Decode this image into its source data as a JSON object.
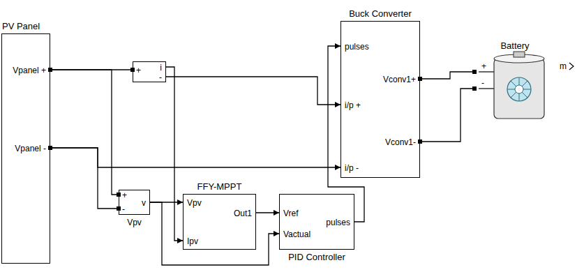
{
  "diagram": {
    "nodes": [
      {
        "text": [
          "PV Panel",
          "Vpanel +",
          "Vpanel -"
        ]
      },
      {
        "text": [
          "+",
          "i",
          "-"
        ]
      },
      {
        "text": [
          "+",
          "-",
          "v",
          "Vpv"
        ]
      },
      {
        "text": [
          "FFY-MPPT",
          "Vpv",
          "Ipv",
          "Out1"
        ]
      },
      {
        "text": [
          "Vref",
          "Vactual",
          "pulses",
          "PID Controller"
        ]
      },
      {
        "text": [
          "Buck Converter",
          "pulses",
          "i/p +",
          "i/p -",
          "Vconv1+",
          "Vconv1-"
        ]
      },
      {
        "text": [
          "Battery",
          "+",
          "-",
          "m"
        ]
      }
    ],
    "edges": [
      {
        "from": 0,
        "to": 1,
        "arrow": "none"
      },
      {
        "from": 0,
        "to": 2,
        "arrow": "none"
      },
      {
        "from": 1,
        "to": 5,
        "arrow": "to"
      },
      {
        "from": 0,
        "to": 5,
        "arrow": "to"
      },
      {
        "from": 0,
        "to": 2,
        "arrow": "none"
      },
      {
        "from": 1,
        "to": 3,
        "arrow": "to"
      },
      {
        "from": 2,
        "to": 3,
        "arrow": "to"
      },
      {
        "from": 2,
        "to": 4,
        "arrow": "to"
      },
      {
        "from": 3,
        "to": 4,
        "arrow": "to"
      },
      {
        "from": 4,
        "to": 5,
        "arrow": "to"
      },
      {
        "from": 5,
        "to": 6,
        "arrow": "none"
      },
      {
        "from": 5,
        "to": 6,
        "arrow": "none"
      }
    ]
  }
}
